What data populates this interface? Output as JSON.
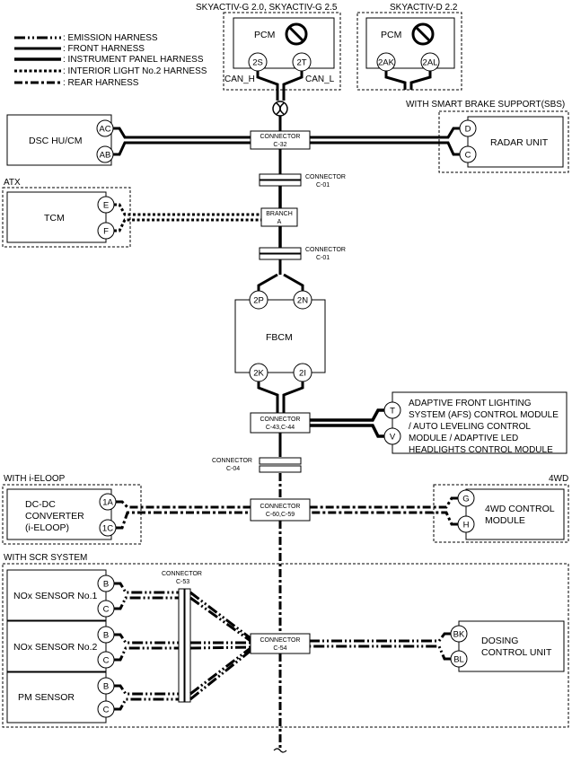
{
  "legend": [
    {
      "style": "emis",
      "label": ": EMISSION HARNESS"
    },
    {
      "style": "front",
      "label": ": FRONT HARNESS"
    },
    {
      "style": "ip",
      "label": ": INSTRUMENT PANEL HARNESS"
    },
    {
      "style": "ilh",
      "label": ": INTERIOR LIGHT No.2 HARNESS"
    },
    {
      "style": "rear",
      "label": ": REAR HARNESS"
    }
  ],
  "group_labels": {
    "skyactiv_g": "SKYACTIV-G 2.0, SKYACTIV-G 2.5",
    "skyactiv_d": "SKYACTIV-D 2.2",
    "sbs": "WITH SMART BRAKE SUPPORT(SBS)",
    "atx": "ATX",
    "ieloop": "WITH i-ELOOP",
    "fourwd": "4WD",
    "scr": "WITH SCR SYSTEM"
  },
  "modules": {
    "pcm_g": "PCM",
    "pcm_d": "PCM",
    "dsc": "DSC HU/CM",
    "radar": "RADAR UNIT",
    "tcm": "TCM",
    "fbcm": "FBCM",
    "afs": [
      "ADAPTIVE FRONT LIGHTING",
      "SYSTEM (AFS) CONTROL MODULE",
      "/ AUTO LEVELING CONTROL",
      "MODULE / ADAPTIVE LED",
      "HEADLIGHTS CONTROL MODULE"
    ],
    "dcdc": [
      "DC-DC",
      "CONVERTER",
      "(i-ELOOP)"
    ],
    "fourwd_cm": [
      "4WD CONTROL",
      "MODULE"
    ],
    "nox1": "NOx SENSOR No.1",
    "nox2": "NOx SENSOR No.2",
    "pm": "PM SENSOR",
    "dosing": [
      "DOSING",
      "CONTROL UNIT"
    ]
  },
  "pins": {
    "pcm_g_h": "2S",
    "pcm_g_l": "2T",
    "pcm_d_h": "2AK",
    "pcm_d_l": "2AL",
    "dsc_h": "AC",
    "dsc_l": "AB",
    "radar_h": "D",
    "radar_l": "C",
    "tcm_h": "E",
    "tcm_l": "F",
    "fbcm_top_h": "2P",
    "fbcm_top_l": "2N",
    "fbcm_bot_h": "2K",
    "fbcm_bot_l": "2I",
    "afs_h": "T",
    "afs_l": "V",
    "dcdc_h": "1A",
    "dcdc_l": "1C",
    "fourwd_h": "G",
    "fourwd_l": "H",
    "nox1_h": "B",
    "nox1_l": "C",
    "nox2_h": "B",
    "nox2_l": "C",
    "pm_h": "B",
    "pm_l": "C",
    "dosing_h": "BK",
    "dosing_l": "BL"
  },
  "can_labels": {
    "h": "CAN_H",
    "l": "CAN_L"
  },
  "connectors": {
    "c32": [
      "CONNECTOR",
      "C-32"
    ],
    "c01a": [
      "CONNECTOR",
      "C-01"
    ],
    "brancha": [
      "BRANCH",
      "A"
    ],
    "c01b": [
      "CONNECTOR",
      "C-01"
    ],
    "c43": [
      "CONNECTOR",
      "C-43,C-44"
    ],
    "c04": [
      "CONNECTOR",
      "C-04"
    ],
    "c60": [
      "CONNECTOR",
      "C-60,C-59"
    ],
    "c53": [
      "CONNECTOR",
      "C-53"
    ],
    "c54": [
      "CONNECTOR",
      "C-54"
    ]
  }
}
